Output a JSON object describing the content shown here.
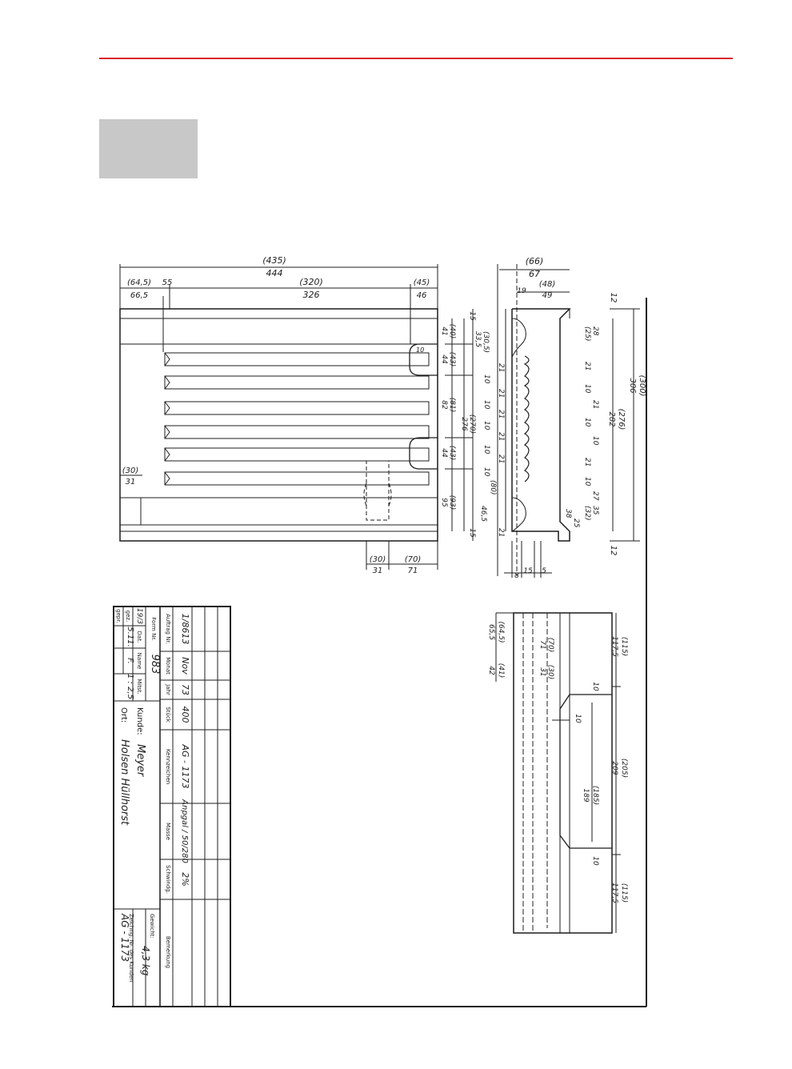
{
  "page": {
    "accent_color": "#d9262c",
    "box_color": "#c8c8c8"
  },
  "top_dims": {
    "overall": "(435)",
    "overall2": "444",
    "left": "(64,5)",
    "left2": "66,5",
    "left3": "55",
    "mid": "(320)",
    "mid2": "326",
    "right": "(45)",
    "right2": "46"
  },
  "section_dims": {
    "w1": "(66)",
    "w2": "67",
    "a1": "19",
    "a2": "(48)",
    "a3": "49"
  },
  "right_dims": {
    "r1": "12",
    "r2": "(300)",
    "r3": "306",
    "r4": "(276)",
    "r5": "282",
    "r6": "12"
  },
  "left_dims": {
    "d1": "(30)",
    "d2": "31"
  },
  "bottom_dims": {
    "b1": "(30)",
    "b2": "31",
    "b3": "(70)",
    "b4": "71",
    "b5": "8",
    "b6": "15",
    "b7": "5"
  },
  "rib_dims": {
    "r1": "(40)",
    "r2": "41",
    "r3": "44",
    "r4": "(43)",
    "r5": "(81)",
    "r6": "82",
    "r7": "(270)",
    "r8": "276",
    "r9": "(43)",
    "r10": "44",
    "r11": "(93)",
    "r12": "95",
    "s1": "15",
    "s2": "15"
  },
  "plan_dims": {
    "p1": "(64,5)",
    "p2": "65,5",
    "p3": "(41)",
    "p4": "42",
    "p5": "(70)",
    "p6": "71",
    "p7": "(30)",
    "p8": "31",
    "q1": "(115)",
    "q2": "117,5",
    "q3": "10",
    "q4": "(205)",
    "q5": "209",
    "q6": "(185)",
    "q7": "189",
    "q8": "10",
    "q9": "(115)",
    "q10": "117,5",
    "q11": "10"
  },
  "title_block": {
    "col_headers": [
      "Form Nr.",
      "Auftrag Nr.",
      "Monat",
      "Jahr",
      "Stück",
      "Kennzeichen",
      "Masse",
      "Schwindg.",
      "Bemerkung"
    ],
    "values": [
      "1/8613",
      "Nov",
      "73",
      "400",
      "AG - 1173",
      "Anpgal / 50/280",
      "2%"
    ],
    "form_nr": "983",
    "meta_labels": [
      "Dat.",
      "Name",
      "Mitst."
    ],
    "row_labels": [
      "19/3",
      "gez.",
      "gepr."
    ],
    "gez_date": "5.11.",
    "gez_name": "F.",
    "scale": "1 : 2,5",
    "kunde_label": "Kunde:",
    "kunde_value": "Meyer",
    "ort_label": "Ort:",
    "ort_value": "Holsen    Hüllhorst",
    "gewicht_label": "Gewicht:",
    "gewicht_value": "4,3 kg",
    "zeichng_label": "Zeichng. Nr. des Kunden",
    "zeichng_value": "AG - 1173"
  }
}
